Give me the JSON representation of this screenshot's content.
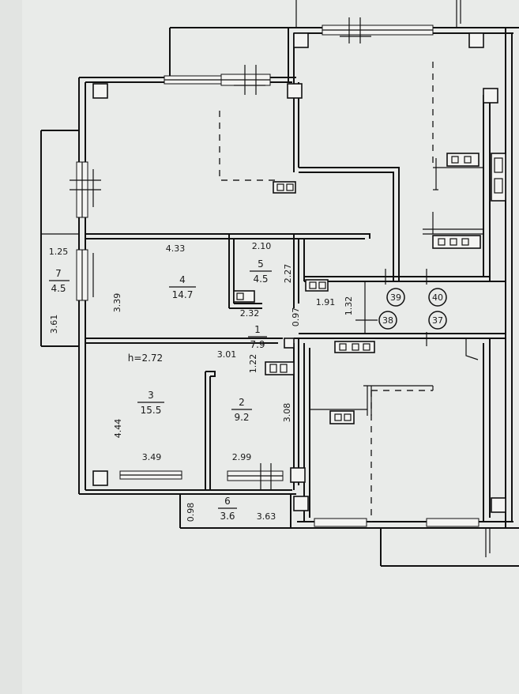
{
  "rooms": [
    {
      "number": "1",
      "area": "7.9"
    },
    {
      "number": "2",
      "area": "9.2"
    },
    {
      "number": "3",
      "area": "15.5"
    },
    {
      "number": "4",
      "area": "14.7"
    },
    {
      "number": "5",
      "area": "4.5"
    },
    {
      "number": "6",
      "area": "3.6"
    },
    {
      "number": "7",
      "area": "4.5"
    }
  ],
  "ceiling_height": "h=2.72",
  "dimensions": {
    "d125": "1.25",
    "d433": "4.33",
    "d210": "2.10",
    "d227": "2.27",
    "d339": "3.39",
    "d361": "3.61",
    "d232": "2.32",
    "d097": "0.97",
    "d191": "1.91",
    "d132": "1.32",
    "d301": "3.01",
    "d122": "1.22",
    "d444": "4.44",
    "d349": "3.49",
    "d299": "2.99",
    "d308": "3.08",
    "d098": "0.98",
    "d363": "3.63"
  },
  "axis_markers": [
    "39",
    "40",
    "38",
    "37"
  ]
}
